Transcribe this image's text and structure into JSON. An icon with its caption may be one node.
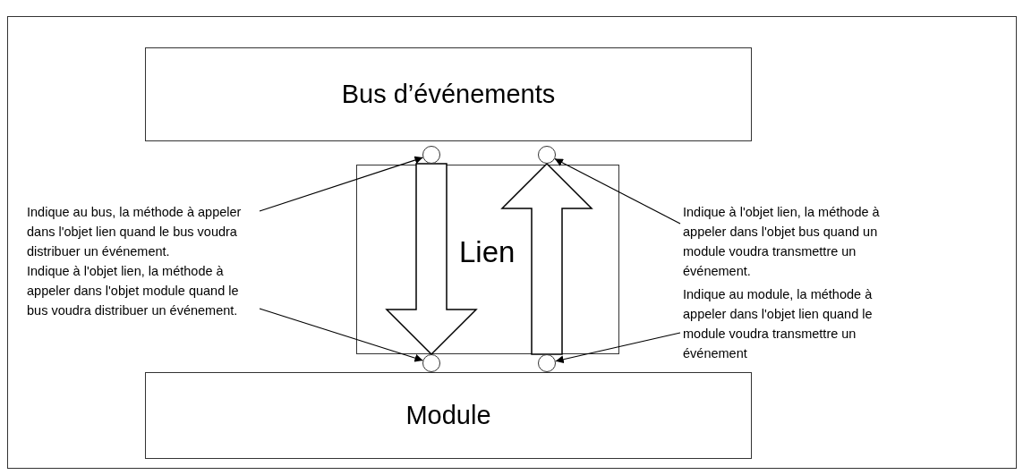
{
  "diagram": {
    "nodes": [
      {
        "text": [
          "Bus d’événements"
        ]
      },
      {
        "text": [
          "Lien"
        ]
      },
      {
        "text": [
          "Module"
        ]
      },
      {
        "text": [],
        "shape": "circle"
      },
      {
        "text": [],
        "shape": "circle"
      },
      {
        "text": [],
        "shape": "circle"
      },
      {
        "text": [],
        "shape": "circle"
      },
      {
        "text": [
          "Indique au bus, la méthode à appeler dans l'objet lien quand le bus voudra distribuer un événement."
        ]
      },
      {
        "text": [
          "Indique à l'objet lien, la méthode à appeler dans l'objet bus quand un module voudra transmettre un événement."
        ]
      },
      {
        "text": [
          "Indique à l'objet lien, la méthode à appeler dans l'objet module quand le bus voudra distribuer un événement."
        ]
      },
      {
        "text": [
          "Indique au module, la méthode à appeler dans l'objet lien quand le module voudra transmettre un événement"
        ]
      }
    ],
    "edges": [
      {
        "from": 3,
        "to": 5,
        "arrow": "to",
        "style": "thick"
      },
      {
        "from": 6,
        "to": 4,
        "arrow": "to",
        "style": "thick"
      },
      {
        "from": 7,
        "to": 3,
        "arrow": "to"
      },
      {
        "from": 8,
        "to": 4,
        "arrow": "to"
      },
      {
        "from": 9,
        "to": 5,
        "arrow": "to"
      },
      {
        "from": 10,
        "to": 6,
        "arrow": "to"
      }
    ]
  }
}
